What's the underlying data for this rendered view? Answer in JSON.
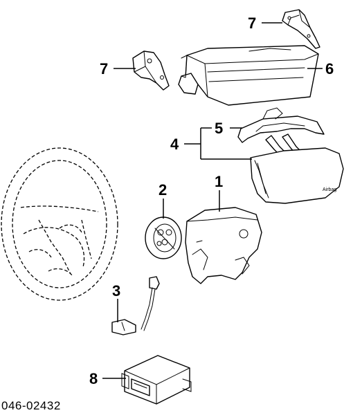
{
  "callouts": {
    "c1": "1",
    "c2": "2",
    "c3": "3",
    "c4": "4",
    "c5": "5",
    "c6": "6",
    "c7_top": "7",
    "c7_mid": "7",
    "c8": "8"
  },
  "airbag_stamp": "Airbag",
  "diagram_code": "046-02432"
}
